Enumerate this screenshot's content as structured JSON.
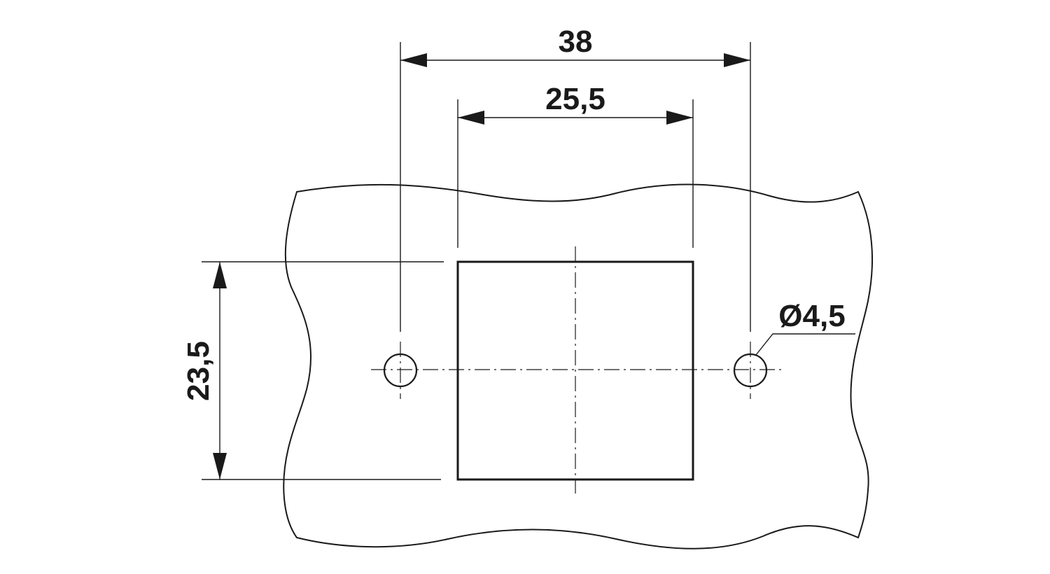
{
  "drawing": {
    "dimensions": {
      "overall_hole_spacing": "38",
      "cutout_width": "25,5",
      "cutout_height": "23,5",
      "hole_diameter": "Ø4,5"
    }
  }
}
